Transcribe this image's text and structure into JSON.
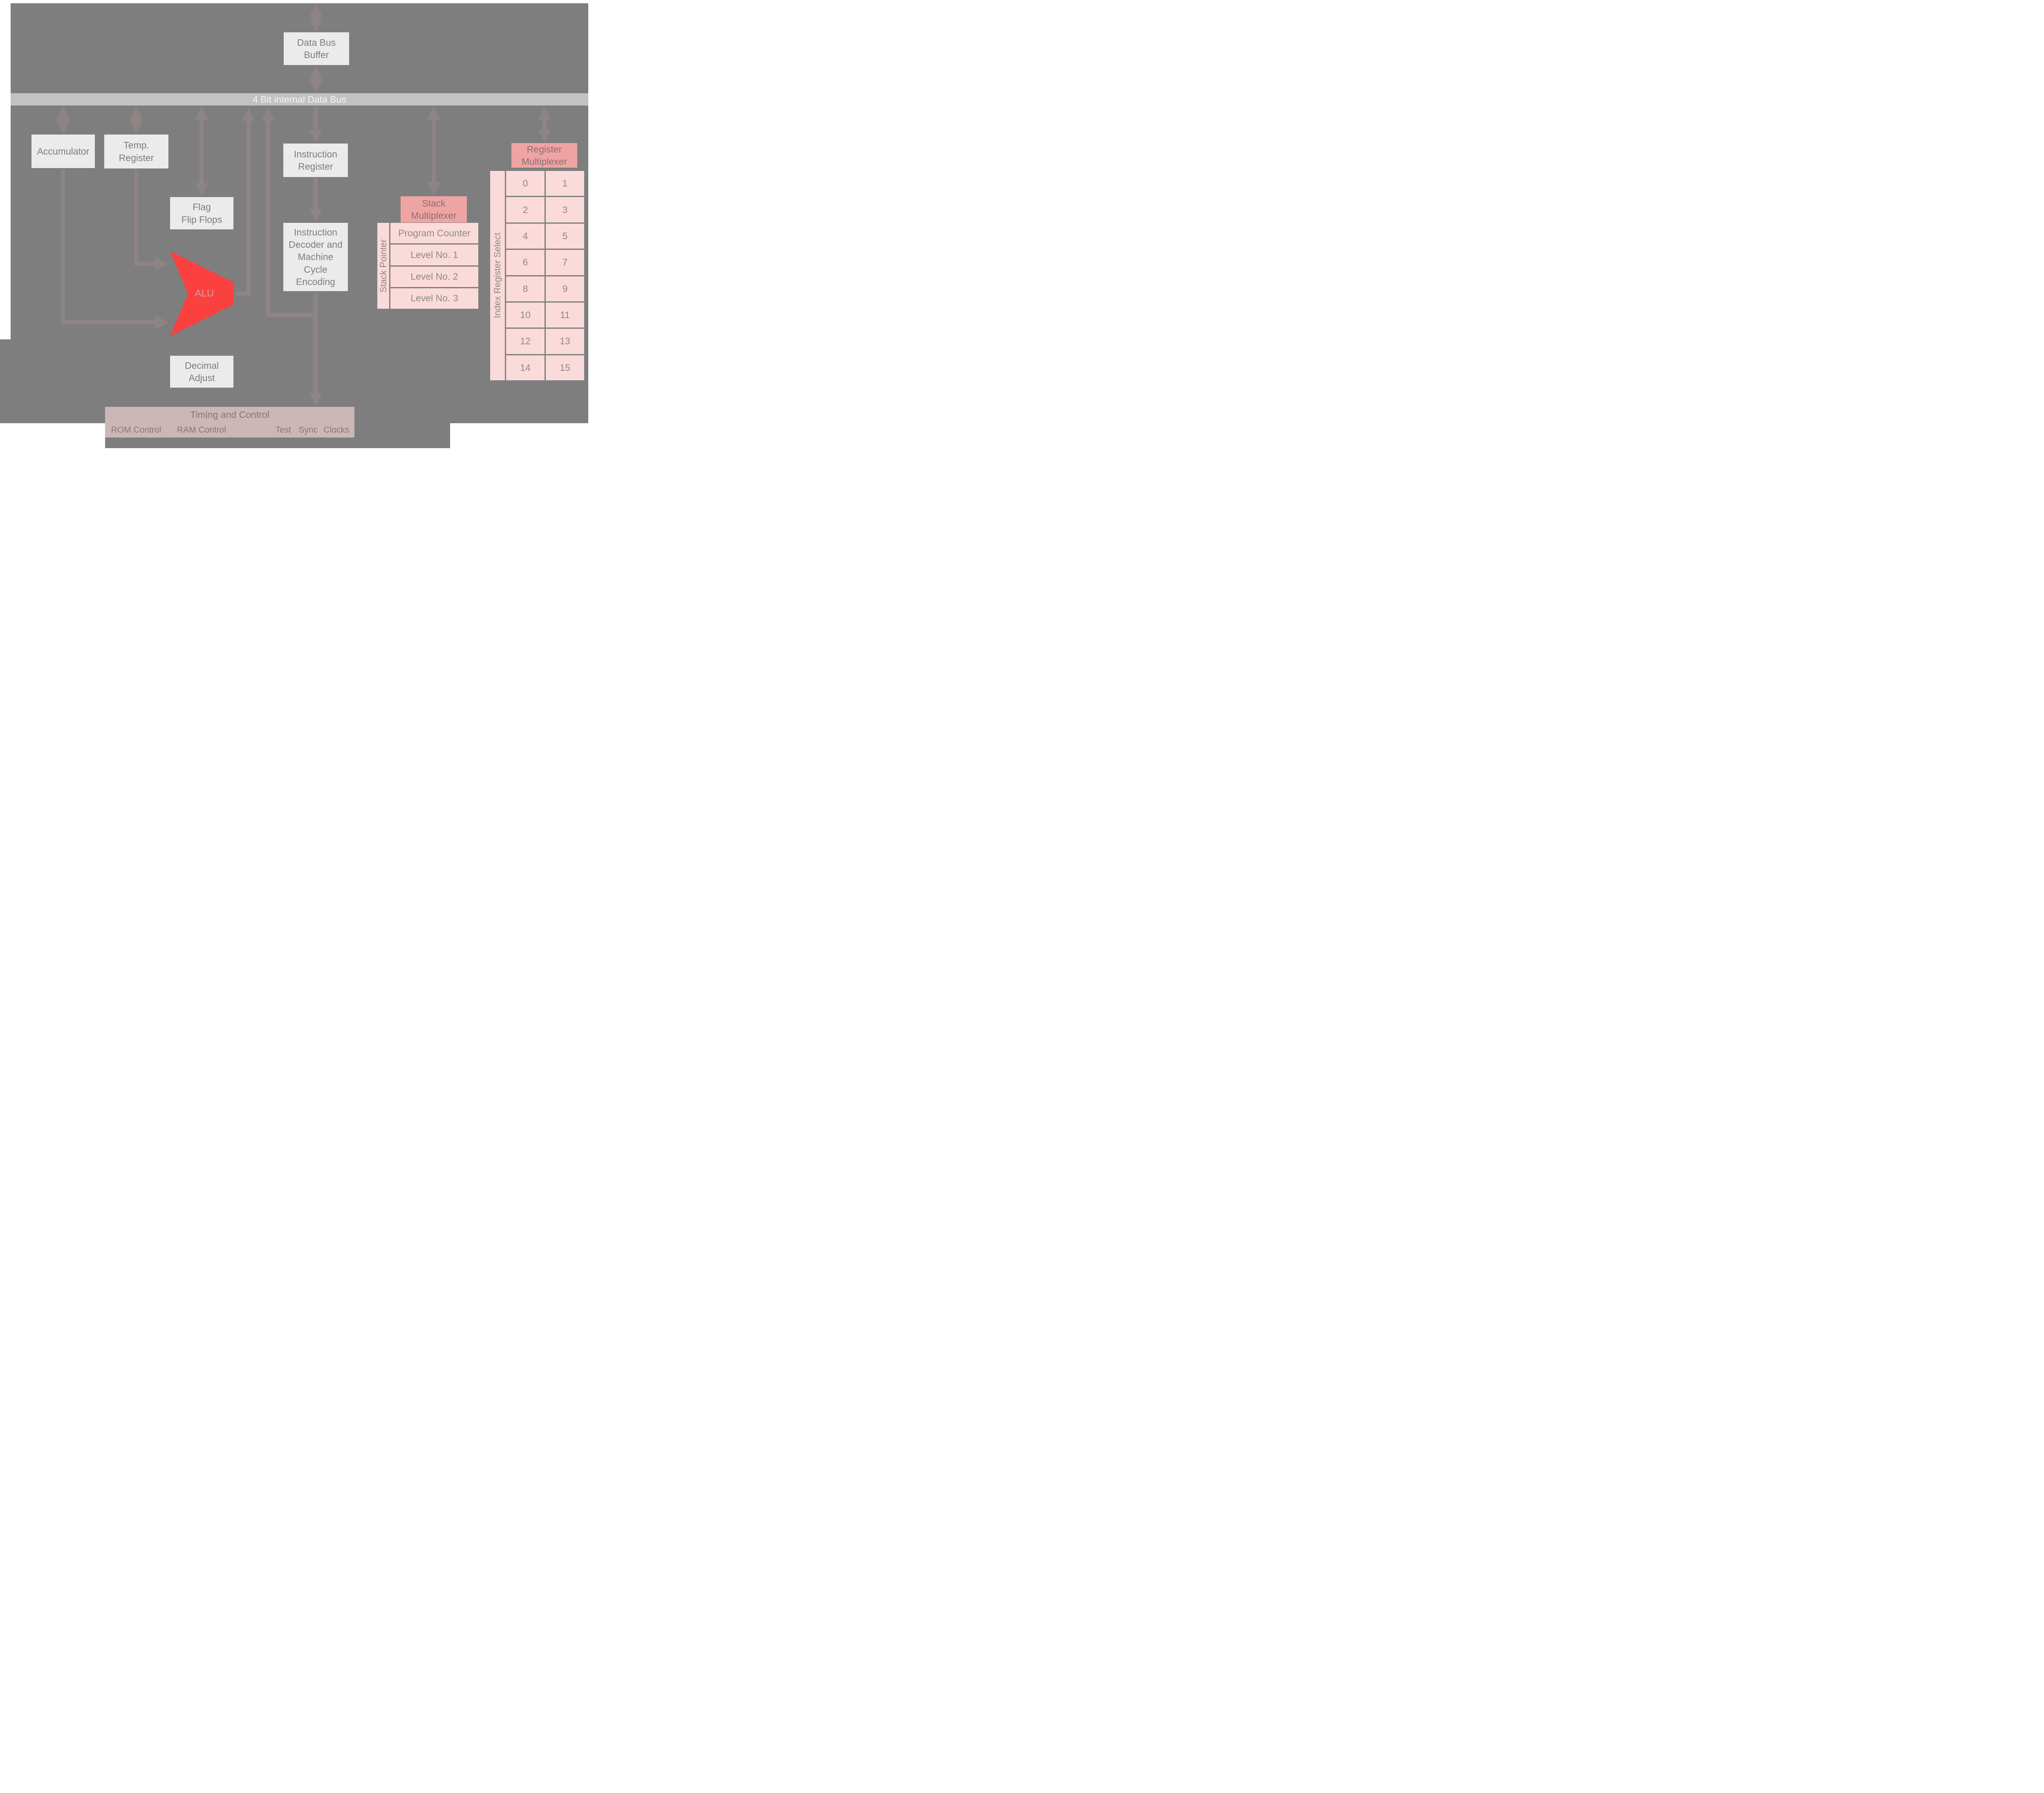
{
  "colors": {
    "background": "#7e7e7e",
    "box": "#ebebeb",
    "bus": "#c2c2c2",
    "arrow": "#8f8484",
    "alu": "#fb4040",
    "multiplexer": "#efa4a4",
    "register_cell": "#fbdada",
    "timing_bar": "#ccb6b6"
  },
  "bus": {
    "label": "4 Bit internal Data Bus"
  },
  "boxes": {
    "data_bus_buffer": "Data Bus\nBuffer",
    "accumulator": "Accumulator",
    "temp_register": "Temp.\nRegister",
    "flag_flip_flops": "Flag\nFlip Flops",
    "alu": "ALU",
    "decimal_adjust": "Decimal\nAdjust",
    "instruction_register": "Instruction\nRegister",
    "instruction_decoder": "Instruction\nDecoder and\nMachine\nCycle\nEncoding"
  },
  "stack": {
    "multiplexer": "Stack\nMultiplexer",
    "pointer_label": "Stack Pointer",
    "rows": [
      "Program Counter",
      "Level No. 1",
      "Level No. 2",
      "Level No. 3"
    ]
  },
  "registers": {
    "multiplexer": "Register\nMultiplexer",
    "select_label": "Index Register Select",
    "rows": [
      [
        "0",
        "1"
      ],
      [
        "2",
        "3"
      ],
      [
        "4",
        "5"
      ],
      [
        "6",
        "7"
      ],
      [
        "8",
        "9"
      ],
      [
        "10",
        "11"
      ],
      [
        "12",
        "13"
      ],
      [
        "14",
        "15"
      ]
    ]
  },
  "timing": {
    "title": "Timing and Control",
    "signals": [
      "ROM Control",
      "RAM Control",
      "Test",
      "Sync",
      "Clocks"
    ]
  }
}
